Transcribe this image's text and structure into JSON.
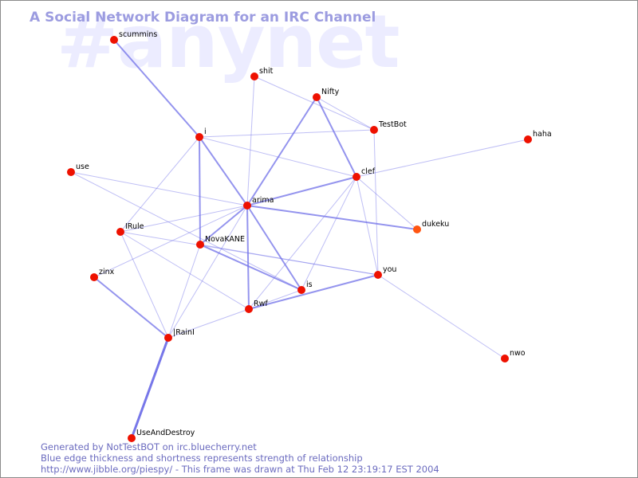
{
  "title": "A Social Network Diagram for an IRC Channel",
  "watermark": "#anynet",
  "colors": {
    "edge": "#7070e8",
    "node": "#ee1100",
    "node_highlight": "#ff5511",
    "label": "#000000",
    "title": "#9c9ce0",
    "watermark": "#ececff",
    "footer": "#6b6bbf"
  },
  "nodes": [
    {
      "id": "scummins",
      "label": "scummins"
    },
    {
      "id": "shit",
      "label": "shit"
    },
    {
      "id": "Nifty",
      "label": "Nifty"
    },
    {
      "id": "TestBot",
      "label": "TestBot"
    },
    {
      "id": "haha",
      "label": "haha"
    },
    {
      "id": "i",
      "label": "i"
    },
    {
      "id": "use",
      "label": "use"
    },
    {
      "id": "clef",
      "label": "clef"
    },
    {
      "id": "arima",
      "label": "arima"
    },
    {
      "id": "dukeku",
      "label": "dukeku",
      "highlight": true
    },
    {
      "id": "IRule",
      "label": "IRule"
    },
    {
      "id": "NovaKANE",
      "label": "NovaKANE"
    },
    {
      "id": "zinx",
      "label": "zinx"
    },
    {
      "id": "you",
      "label": "you"
    },
    {
      "id": "is",
      "label": "is"
    },
    {
      "id": "Rwf",
      "label": "Rwf"
    },
    {
      "id": "IRainI",
      "label": "|RainI"
    },
    {
      "id": "nwo",
      "label": "nwo"
    },
    {
      "id": "UseAndDestroy",
      "label": "UseAndDestroy"
    }
  ],
  "edges": [
    {
      "source": "scummins",
      "target": "i",
      "strength": 2
    },
    {
      "source": "shit",
      "target": "TestBot",
      "strength": 1
    },
    {
      "source": "shit",
      "target": "arima",
      "strength": 1
    },
    {
      "source": "Nifty",
      "target": "TestBot",
      "strength": 1
    },
    {
      "source": "Nifty",
      "target": "arima",
      "strength": 2
    },
    {
      "source": "Nifty",
      "target": "clef",
      "strength": 2
    },
    {
      "source": "TestBot",
      "target": "i",
      "strength": 1
    },
    {
      "source": "TestBot",
      "target": "you",
      "strength": 1
    },
    {
      "source": "haha",
      "target": "clef",
      "strength": 1
    },
    {
      "source": "i",
      "target": "clef",
      "strength": 1
    },
    {
      "source": "i",
      "target": "arima",
      "strength": 2
    },
    {
      "source": "i",
      "target": "NovaKANE",
      "strength": 2
    },
    {
      "source": "i",
      "target": "IRule",
      "strength": 1
    },
    {
      "source": "use",
      "target": "arima",
      "strength": 1
    },
    {
      "source": "use",
      "target": "is",
      "strength": 1
    },
    {
      "source": "clef",
      "target": "arima",
      "strength": 2
    },
    {
      "source": "clef",
      "target": "dukeku",
      "strength": 1
    },
    {
      "source": "clef",
      "target": "you",
      "strength": 1
    },
    {
      "source": "clef",
      "target": "Rwf",
      "strength": 1
    },
    {
      "source": "clef",
      "target": "is",
      "strength": 1
    },
    {
      "source": "arima",
      "target": "dukeku",
      "strength": 2
    },
    {
      "source": "arima",
      "target": "NovaKANE",
      "strength": 2
    },
    {
      "source": "arima",
      "target": "IRule",
      "strength": 1
    },
    {
      "source": "arima",
      "target": "is",
      "strength": 2
    },
    {
      "source": "arima",
      "target": "Rwf",
      "strength": 2
    },
    {
      "source": "arima",
      "target": "zinx",
      "strength": 1
    },
    {
      "source": "arima",
      "target": "IRainI",
      "strength": 1
    },
    {
      "source": "IRule",
      "target": "IRainI",
      "strength": 1
    },
    {
      "source": "IRule",
      "target": "Rwf",
      "strength": 1
    },
    {
      "source": "IRule",
      "target": "you",
      "strength": 1
    },
    {
      "source": "NovaKANE",
      "target": "is",
      "strength": 2
    },
    {
      "source": "NovaKANE",
      "target": "you",
      "strength": 1
    },
    {
      "source": "NovaKANE",
      "target": "IRainI",
      "strength": 1
    },
    {
      "source": "zinx",
      "target": "IRainI",
      "strength": 2
    },
    {
      "source": "you",
      "target": "nwo",
      "strength": 1
    },
    {
      "source": "you",
      "target": "Rwf",
      "strength": 2
    },
    {
      "source": "is",
      "target": "Rwf",
      "strength": 1
    },
    {
      "source": "IRainI",
      "target": "UseAndDestroy",
      "strength": 3
    },
    {
      "source": "IRainI",
      "target": "Rwf",
      "strength": 1
    }
  ],
  "footer": {
    "line1": "Generated by NotTestBOT on irc.bluecherry.net",
    "line2": "Blue edge thickness and shortness represents strength of relationship",
    "line3": "http://www.jibble.org/piespy/ - This frame was drawn at Thu Feb 12 23:19:17 EST 2004"
  }
}
